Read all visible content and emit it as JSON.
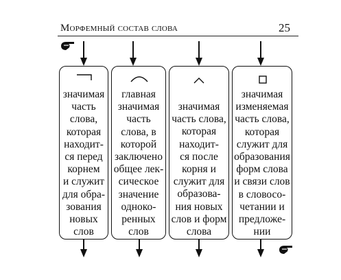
{
  "header": {
    "title": "Морфемный состав слова",
    "page_number": "25"
  },
  "icons": {
    "left_pointer": "pointing-hand-icon",
    "right_pointer": "pointing-hand-icon"
  },
  "columns": [
    {
      "symbol": "prefix-symbol-icon",
      "text": "значимая\nчасть\nслова,\nкоторая\nнаходит-\nся перед\nкорнем\nи служит\nдля обра-\nзования\nновых\nслов"
    },
    {
      "symbol": "root-symbol-icon",
      "text": "главная\nзначимая\nчасть\nслова, в\nкоторой\nзаключено\nобщее лек-\nсическое\nзначение\nоднoко-\nренных\nслов"
    },
    {
      "symbol": "suffix-symbol-icon",
      "text": "значимая\nчасть слова,\nкоторая\nнаходит-\nся после\nкорня и\nслужит для\nобразова-\nния новых\nслов и форм\nслова"
    },
    {
      "symbol": "ending-symbol-icon",
      "text": "значимая\nизменяемая\nчасть слова,\nкоторая\nслужит для\nобразования\nформ слова\nи связи слов\nв словосо-\nчетании и\nпредложе-\nнии"
    }
  ]
}
